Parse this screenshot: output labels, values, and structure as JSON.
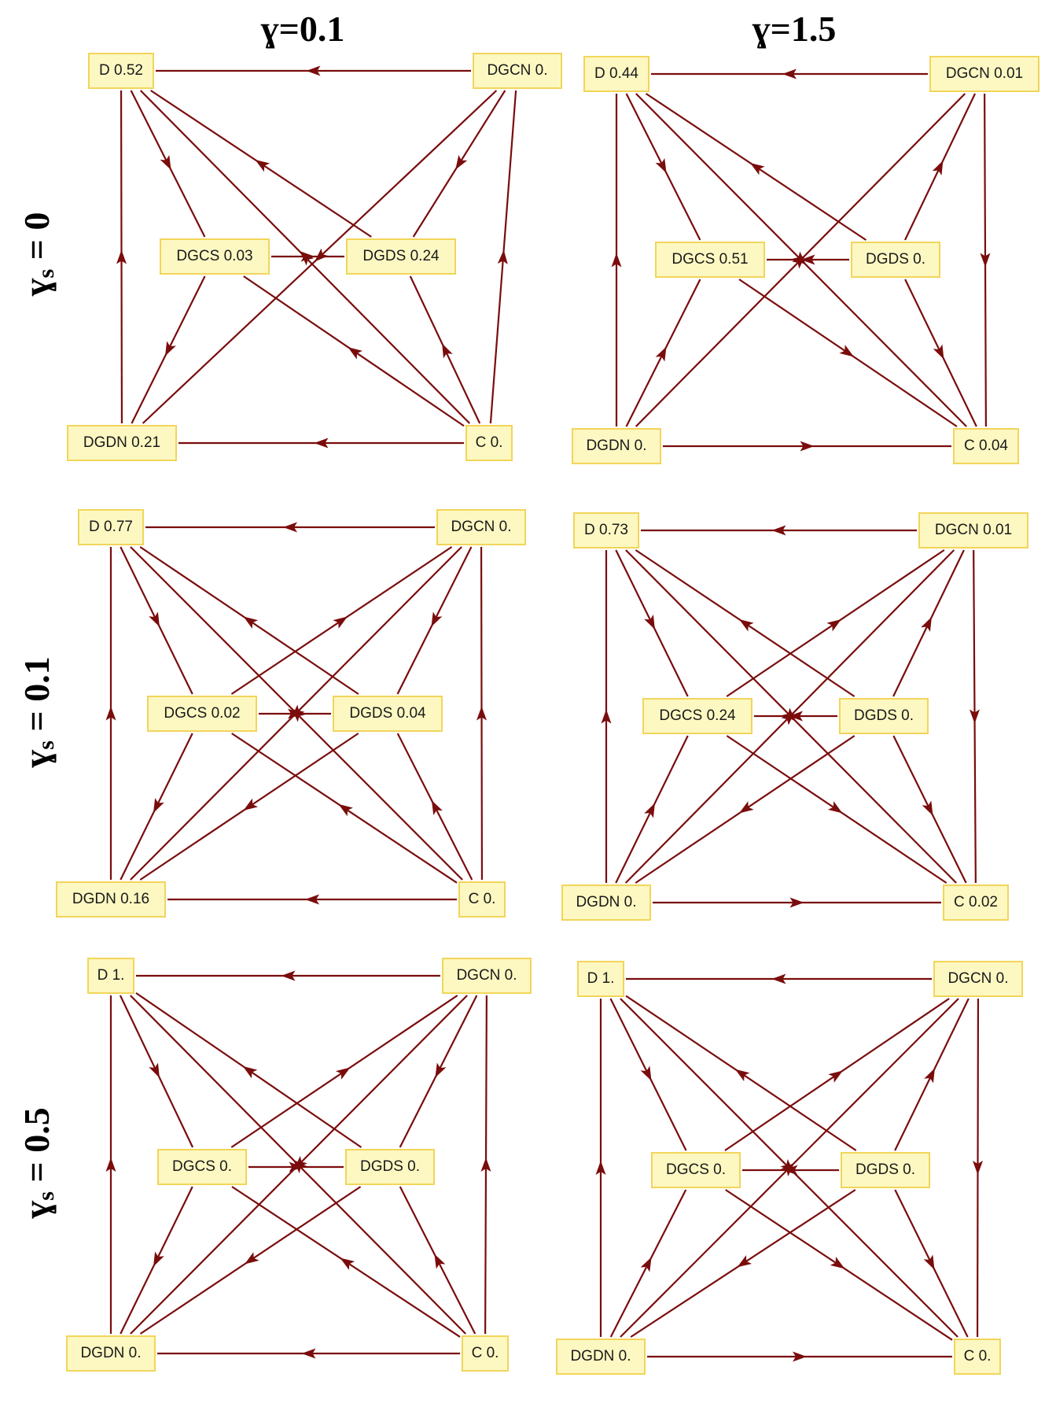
{
  "column_titles": [
    "ɣ=0.1",
    "ɣ=1.5"
  ],
  "row_titles": [
    {
      "symbol": "ɣ",
      "sub": "s",
      "rest": " = 0"
    },
    {
      "symbol": "ɣ",
      "sub": "s",
      "rest": " = 0.1"
    },
    {
      "symbol": "ɣ",
      "sub": "s",
      "rest": " = 0.5"
    }
  ],
  "edge_color": "#7a0c0c",
  "node_fill": "#fdf8c2",
  "node_border": "#f2d55a",
  "panels": [
    {
      "name": "panel-gs0-g01",
      "nodes": {
        "D": "D 0.52",
        "DGCN": "DGCN 0.",
        "DGCS": "DGCS 0.03",
        "DGDS": "DGDS 0.24",
        "DGDN": "DGDN 0.21",
        "C": "C 0."
      },
      "edges": [
        [
          "DGCN",
          "D"
        ],
        [
          "C",
          "DGDN"
        ],
        [
          "DGDN",
          "D"
        ],
        [
          "C",
          "DGCN"
        ],
        [
          "D",
          "DGCS"
        ],
        [
          "DGCS",
          "DGDN"
        ],
        [
          "DGCN",
          "DGDS"
        ],
        [
          "C",
          "DGDS"
        ],
        [
          "DGCN",
          "DGDN"
        ],
        [
          "C",
          "D"
        ],
        [
          "DGDS",
          "D"
        ],
        [
          "C",
          "DGCS"
        ],
        [
          "DGCS",
          "DGDS"
        ]
      ]
    },
    {
      "name": "panel-gs0-g15",
      "nodes": {
        "D": "D 0.44",
        "DGCN": "DGCN 0.01",
        "DGCS": "DGCS 0.51",
        "DGDS": "DGDS 0.",
        "DGDN": "DGDN 0.",
        "C": "C 0.04"
      },
      "edges": [
        [
          "DGCN",
          "D"
        ],
        [
          "DGDN",
          "C"
        ],
        [
          "DGDN",
          "D"
        ],
        [
          "DGCN",
          "C"
        ],
        [
          "D",
          "DGCS"
        ],
        [
          "DGDN",
          "DGCS"
        ],
        [
          "DGDS",
          "DGCN"
        ],
        [
          "DGDS",
          "C"
        ],
        [
          "DGDN",
          "DGCN"
        ],
        [
          "D",
          "C"
        ],
        [
          "DGDS",
          "D"
        ],
        [
          "DGCS",
          "C"
        ],
        [
          "DGDS",
          "DGCS"
        ]
      ]
    },
    {
      "name": "panel-gs01-g01",
      "nodes": {
        "D": "D 0.77",
        "DGCN": "DGCN 0.",
        "DGCS": "DGCS 0.02",
        "DGDS": "DGDS 0.04",
        "DGDN": "DGDN 0.16",
        "C": "C 0."
      },
      "edges": [
        [
          "DGCN",
          "D"
        ],
        [
          "C",
          "DGDN"
        ],
        [
          "DGDN",
          "D"
        ],
        [
          "C",
          "DGCN"
        ],
        [
          "D",
          "DGCS"
        ],
        [
          "DGCS",
          "DGDN"
        ],
        [
          "DGCN",
          "DGDS"
        ],
        [
          "C",
          "DGDS"
        ],
        [
          "DGCN",
          "DGDN"
        ],
        [
          "C",
          "D"
        ],
        [
          "DGDS",
          "D"
        ],
        [
          "C",
          "DGCS"
        ],
        [
          "DGCS",
          "DGDS"
        ],
        [
          "DGCS",
          "DGCN"
        ],
        [
          "DGDS",
          "DGDN"
        ]
      ]
    },
    {
      "name": "panel-gs01-g15",
      "nodes": {
        "D": "D 0.73",
        "DGCN": "DGCN 0.01",
        "DGCS": "DGCS 0.24",
        "DGDS": "DGDS 0.",
        "DGDN": "DGDN 0.",
        "C": "C 0.02"
      },
      "edges": [
        [
          "DGCN",
          "D"
        ],
        [
          "DGDN",
          "C"
        ],
        [
          "DGDN",
          "D"
        ],
        [
          "DGCN",
          "C"
        ],
        [
          "D",
          "DGCS"
        ],
        [
          "DGDN",
          "DGCS"
        ],
        [
          "DGDS",
          "DGCN"
        ],
        [
          "DGDS",
          "C"
        ],
        [
          "DGDN",
          "DGCN"
        ],
        [
          "D",
          "C"
        ],
        [
          "DGDS",
          "D"
        ],
        [
          "DGCS",
          "C"
        ],
        [
          "DGDS",
          "DGCS"
        ],
        [
          "DGCS",
          "DGCN"
        ],
        [
          "DGDS",
          "DGDN"
        ]
      ]
    },
    {
      "name": "panel-gs05-g01",
      "nodes": {
        "D": "D 1.",
        "DGCN": "DGCN 0.",
        "DGCS": "DGCS 0.",
        "DGDS": "DGDS 0.",
        "DGDN": "DGDN 0.",
        "C": "C 0."
      },
      "edges": [
        [
          "DGCN",
          "D"
        ],
        [
          "C",
          "DGDN"
        ],
        [
          "DGDN",
          "D"
        ],
        [
          "C",
          "DGCN"
        ],
        [
          "D",
          "DGCS"
        ],
        [
          "DGCS",
          "DGDN"
        ],
        [
          "DGCN",
          "DGDS"
        ],
        [
          "C",
          "DGDS"
        ],
        [
          "DGCN",
          "DGDN"
        ],
        [
          "C",
          "D"
        ],
        [
          "DGDS",
          "D"
        ],
        [
          "C",
          "DGCS"
        ],
        [
          "DGCS",
          "DGDS"
        ],
        [
          "DGCS",
          "DGCN"
        ],
        [
          "DGDS",
          "DGDN"
        ]
      ]
    },
    {
      "name": "panel-gs05-g15",
      "nodes": {
        "D": "D 1.",
        "DGCN": "DGCN 0.",
        "DGCS": "DGCS 0.",
        "DGDS": "DGDS 0.",
        "DGDN": "DGDN 0.",
        "C": "C 0."
      },
      "edges": [
        [
          "DGCN",
          "D"
        ],
        [
          "DGDN",
          "C"
        ],
        [
          "DGDN",
          "D"
        ],
        [
          "DGCN",
          "C"
        ],
        [
          "D",
          "DGCS"
        ],
        [
          "DGDN",
          "DGCS"
        ],
        [
          "DGDS",
          "DGCN"
        ],
        [
          "DGDS",
          "C"
        ],
        [
          "DGDN",
          "DGCN"
        ],
        [
          "D",
          "C"
        ],
        [
          "DGDS",
          "D"
        ],
        [
          "DGCS",
          "C"
        ],
        [
          "DGDS",
          "DGCS"
        ],
        [
          "DGCS",
          "DGCN"
        ],
        [
          "DGDS",
          "DGDN"
        ]
      ]
    }
  ]
}
